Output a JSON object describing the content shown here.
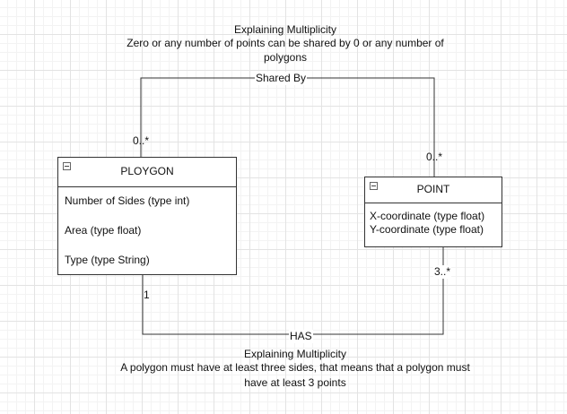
{
  "top_note": {
    "title": "Explaining Multiplicity",
    "line1": "Zero or any number of points can be shared by 0 or any number of",
    "line2": "polygons"
  },
  "bottom_note": {
    "title": "Explaining Multiplicity",
    "line1": "A polygon must have at least three sides, that means that a polygon must",
    "line2": "have at least 3 points"
  },
  "edges": {
    "shared_by": {
      "label": "Shared By",
      "polygon_end": "0..*",
      "point_end": "0..*"
    },
    "has": {
      "label": "HAS",
      "polygon_end": "1",
      "point_end": "3..*"
    }
  },
  "classes": {
    "polygon": {
      "name": "PLOYGON",
      "attributes": [
        "Number of Sides (type int)",
        "Area (type float)",
        "Type (type String)"
      ]
    },
    "point": {
      "name": "POINT",
      "attributes": [
        "X-coordinate (type float)",
        "Y-coordinate (type float)"
      ]
    }
  },
  "colors": {
    "line": "#333333",
    "grid": "#e3e3e3",
    "background": "#ffffff"
  }
}
